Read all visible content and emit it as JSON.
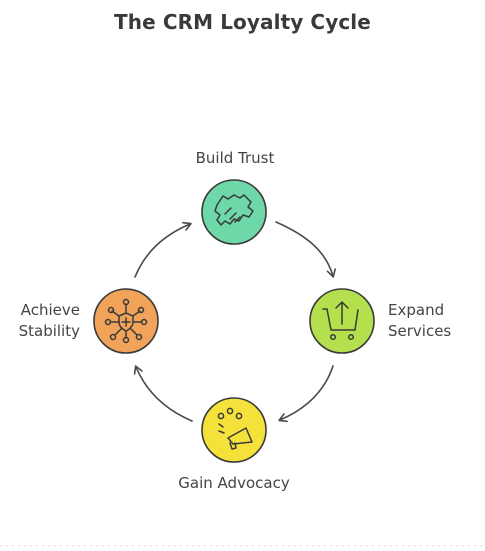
{
  "title": "The CRM Loyalty Cycle",
  "nodes": [
    {
      "id": "build-trust",
      "label_lines": [
        "Build Trust"
      ],
      "color": "#6ed8a8",
      "icon": "handshake-icon"
    },
    {
      "id": "expand-services",
      "label_lines": [
        "Expand",
        "Services"
      ],
      "color": "#b4e04e",
      "icon": "cart-up-arrow-icon"
    },
    {
      "id": "gain-advocacy",
      "label_lines": [
        "Gain Advocacy"
      ],
      "color": "#f4e23a",
      "icon": "megaphone-icon"
    },
    {
      "id": "achieve-stability",
      "label_lines": [
        "Achieve",
        "Stability"
      ],
      "color": "#f2a35a",
      "icon": "shield-network-icon"
    }
  ],
  "colors": {
    "stroke": "#3a3a3a",
    "arrow": "#4a4a4a"
  }
}
